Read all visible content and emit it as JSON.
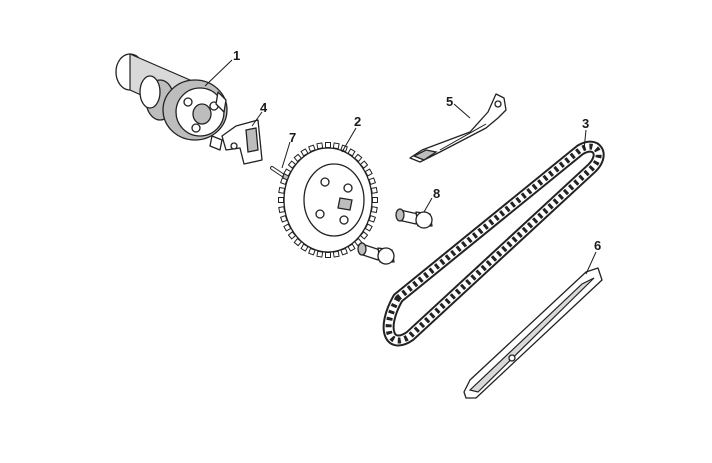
{
  "parts": [
    {
      "id": "camshaft",
      "callout": "1"
    },
    {
      "id": "camshaft-sprocket",
      "callout": "2"
    },
    {
      "id": "timing-chain",
      "callout": "3"
    },
    {
      "id": "decompressor",
      "callout": "4"
    },
    {
      "id": "chain-guide-upper",
      "callout": "5"
    },
    {
      "id": "chain-tensioner-guide",
      "callout": "6"
    },
    {
      "id": "small-screw",
      "callout": "7"
    },
    {
      "id": "sprocket-bolt",
      "callout": "8"
    }
  ],
  "colors": {
    "line": "#222222",
    "shade": "#bdbdbd",
    "background": "#ffffff"
  }
}
